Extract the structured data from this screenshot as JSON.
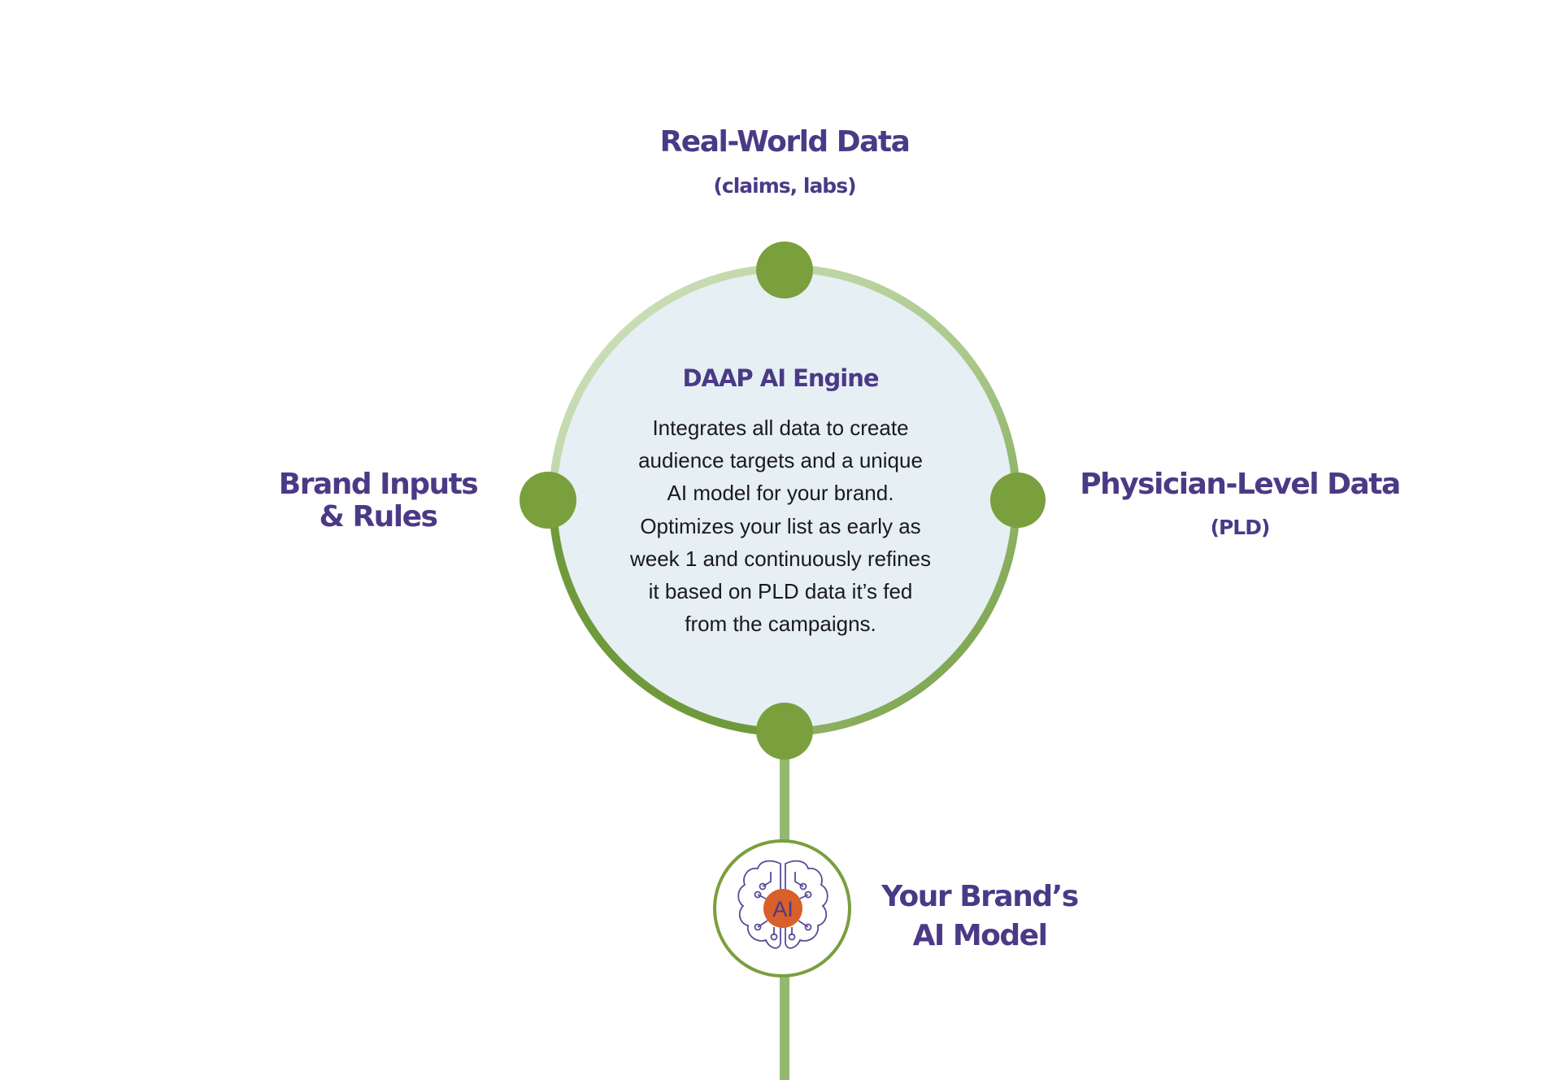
{
  "nodes": {
    "top": {
      "title": "Real-World Data",
      "subtitle": "(claims, labs)"
    },
    "left": {
      "line1": "Brand Inputs",
      "line2": "& Rules"
    },
    "right": {
      "title": "Physician-Level Data",
      "subtitle": "(PLD)"
    },
    "bottom": {
      "line1": "Your Brand’s",
      "line2": "AI Model",
      "icon_text": "AI"
    }
  },
  "engine": {
    "title": "DAAP AI Engine",
    "body_lines": [
      "Integrates all data to create",
      "audience targets and a unique",
      "AI model for your brand.",
      "Optimizes your list as early as",
      "week 1 and continuously refines",
      "it based on PLD data it’s fed",
      "from the campaigns."
    ]
  },
  "colors": {
    "title_purple": "#4a3a86",
    "node_green": "#7a9f3d",
    "ring_light": "#c9ddb6",
    "ring_dark": "#6f9a3c",
    "circle_fill": "#e6eff3",
    "ai_orange": "#d95f2b",
    "brain_outline": "#5a4a96"
  },
  "icons": {
    "brain": "brain-ai-icon"
  }
}
